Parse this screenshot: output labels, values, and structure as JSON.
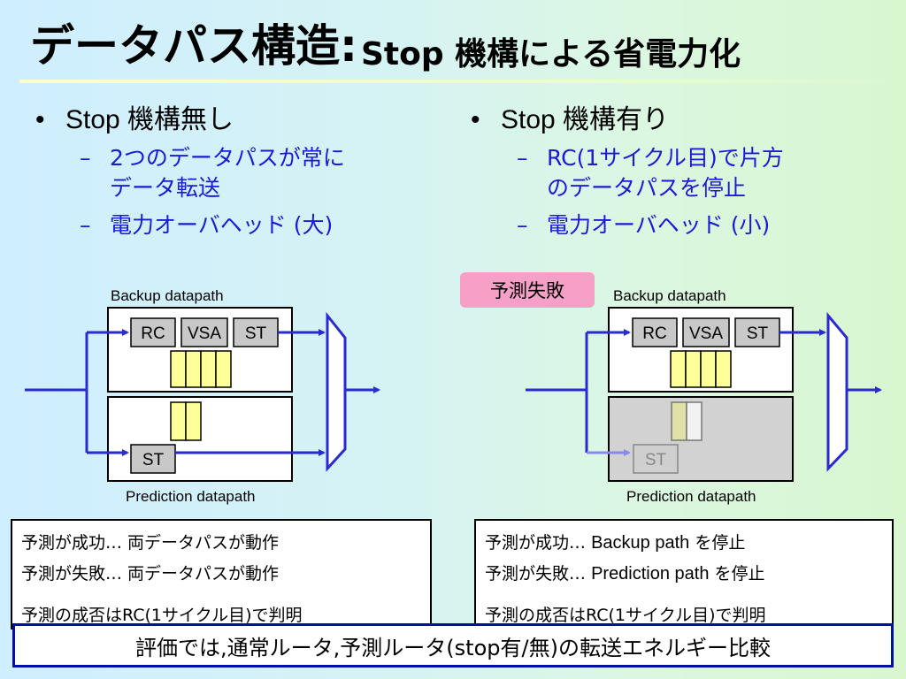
{
  "title": {
    "main": "データパス構造:",
    "sub": "Stop 機構による省電力化"
  },
  "left": {
    "bullet": "Stop 機構無し",
    "subs": [
      {
        "line1": "2つのデータパスが常に",
        "line2": "データ転送"
      },
      {
        "line1": "電力オーバヘッド (大)",
        "line2": ""
      }
    ],
    "backup_label": "Backup datapath",
    "prediction_label": "Prediction datapath",
    "box_rc": "RC",
    "box_vsa": "VSA",
    "box_st": "ST",
    "box_st2": "ST",
    "note": [
      "予測が成功… 両データパスが動作",
      "予測が失敗… 両データパスが動作",
      "予測の成否はRC(1サイクル目)で判明"
    ]
  },
  "right": {
    "bullet": "Stop 機構有り",
    "subs": [
      {
        "line1": "RC(1サイクル目)で片方",
        "line2": "のデータパスを停止"
      },
      {
        "line1": "電力オーバヘッド (小)",
        "line2": ""
      }
    ],
    "badge": "予測失敗",
    "backup_label": "Backup datapath",
    "prediction_label": "Prediction datapath",
    "box_rc": "RC",
    "box_vsa": "VSA",
    "box_st": "ST",
    "box_st2": "ST",
    "note_prefix": [
      "予測が成功…",
      "予測が失敗…"
    ],
    "note_path": [
      "Backup path",
      "Prediction path"
    ],
    "note_suffix": [
      "を停止",
      "を停止"
    ],
    "note_last": "予測の成否はRC(1サイクル目)で判明"
  },
  "bottom_text": "評価では,通常ルータ,予測ルータ(stop有/無)の転送エネルギー比較",
  "colors": {
    "arrow": "#2a2ad0",
    "faded_arrow": "#8888ee",
    "buffer": "#ffff99",
    "badge": "#f6a0c8",
    "frame": "#0010a0"
  }
}
